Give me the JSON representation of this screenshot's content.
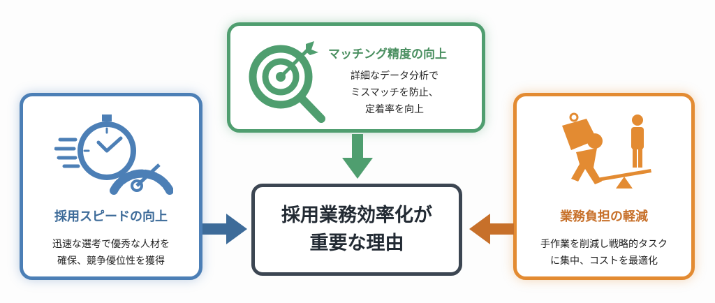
{
  "center": {
    "title_line1": "採用業務効率化が",
    "title_line2": "重要な理由"
  },
  "top": {
    "title": "マッチング精度の向上",
    "desc_line1": "詳細なデータ分析で",
    "desc_line2": "ミスマッチを防止、",
    "desc_line3": "定着率を向上",
    "icon": "target-magnifier-icon",
    "color": "#4f9e6f"
  },
  "left": {
    "title": "採用スピードの向上",
    "desc_line1": "迅速な選考で優秀な人材を",
    "desc_line2": "確保、競争優位性を獲得",
    "icon": "stopwatch-speedometer-icon",
    "color": "#4c7fb6"
  },
  "right": {
    "title": "業務負担の軽減",
    "desc_line1": "手作業を削減し戦略的タスク",
    "desc_line2": "に集中、コストを最適化",
    "icon": "burden-seesaw-icon",
    "color": "#e38b32"
  }
}
